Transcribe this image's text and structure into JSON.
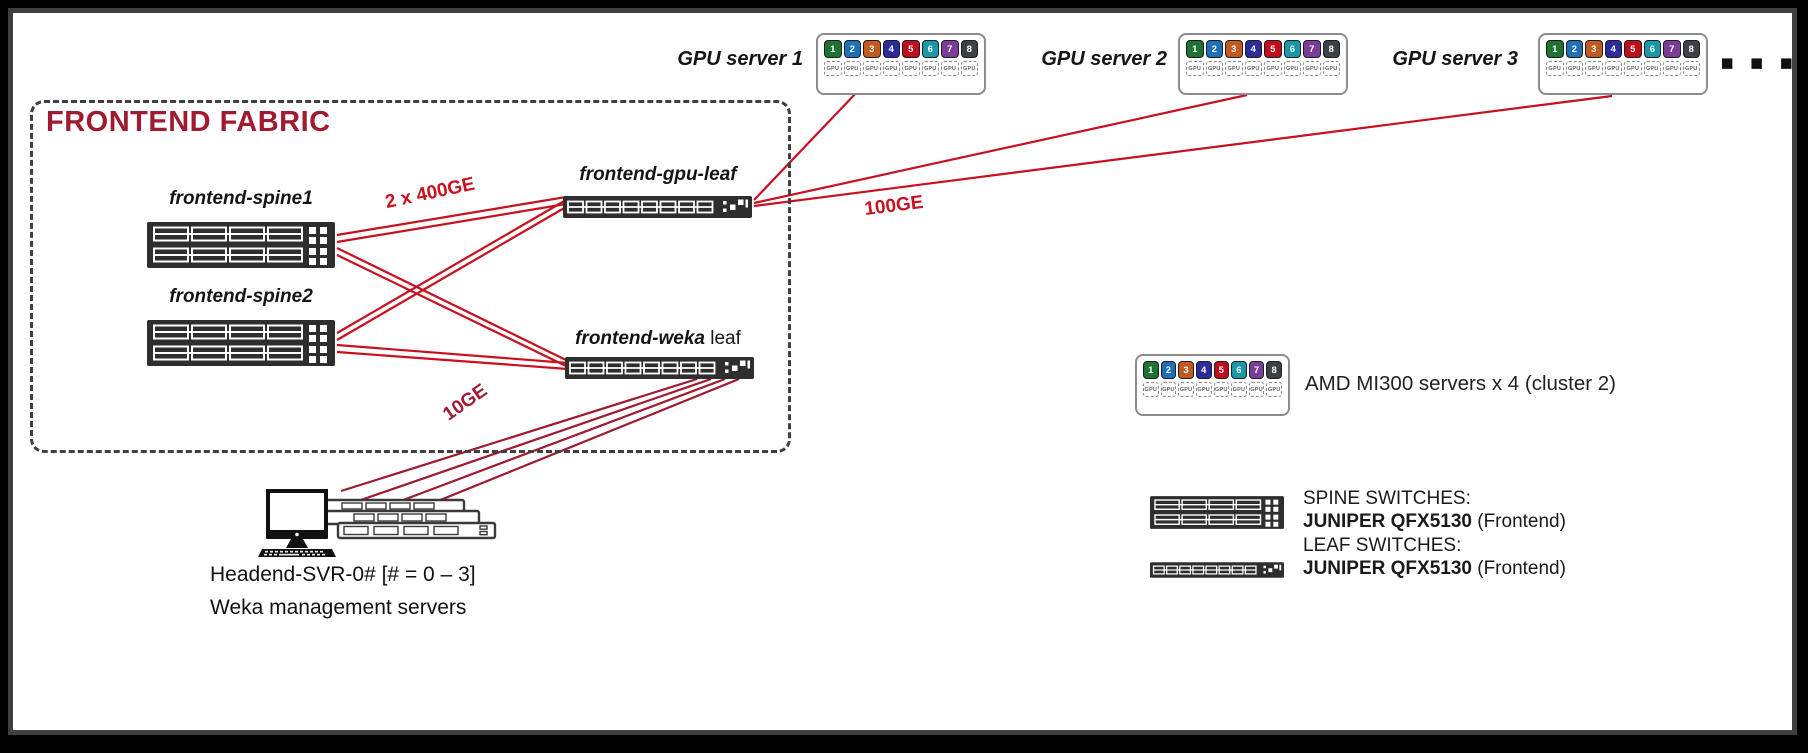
{
  "title": "FRONTEND FABRIC",
  "fabric": {
    "spine1_label": "frontend-spine1",
    "spine2_label": "frontend-spine2",
    "gpu_leaf_label": "frontend-gpu-leaf",
    "weka_leaf_label_bold": "frontend-weka",
    "weka_leaf_label_regular": " leaf"
  },
  "links": {
    "spine_leaf_label": "2 x 400GE",
    "gpu_link_label": "100GE",
    "weka_link_label": "10GE"
  },
  "gpu_servers": [
    {
      "label": "GPU server 1"
    },
    {
      "label": "GPU server 2"
    },
    {
      "label": "GPU server 3"
    }
  ],
  "more_servers": "▪ ▪ ▪",
  "amd": {
    "label": "AMD MI300 servers x 4 (cluster 2)"
  },
  "gpu_icon": {
    "chip_label": "GPU",
    "slots": [
      {
        "num": "1",
        "color": "#1e7233"
      },
      {
        "num": "2",
        "color": "#1d6fb8"
      },
      {
        "num": "3",
        "color": "#c05a20"
      },
      {
        "num": "4",
        "color": "#2c2b9e"
      },
      {
        "num": "5",
        "color": "#c00d1e"
      },
      {
        "num": "6",
        "color": "#1898a8"
      },
      {
        "num": "7",
        "color": "#7b3d97"
      },
      {
        "num": "8",
        "color": "#3b4147"
      }
    ]
  },
  "headend": {
    "line1": "Headend-SVR-0# [# = 0 – 3]",
    "line2": "Weka management servers"
  },
  "legend": [
    {
      "title": "SPINE SWITCHES:",
      "model": "JUNIPER QFX5130",
      "suffix": " (Frontend)"
    },
    {
      "title": "LEAF SWITCHES:",
      "model": "JUNIPER QFX5130",
      "suffix": " (Frontend)"
    }
  ],
  "colors": {
    "red": "#c8101e",
    "crimson": "#9e1b32",
    "title_crimson": "#a51c30",
    "frame": "#3f3f3f",
    "switch_body": "#2e2e2e"
  }
}
